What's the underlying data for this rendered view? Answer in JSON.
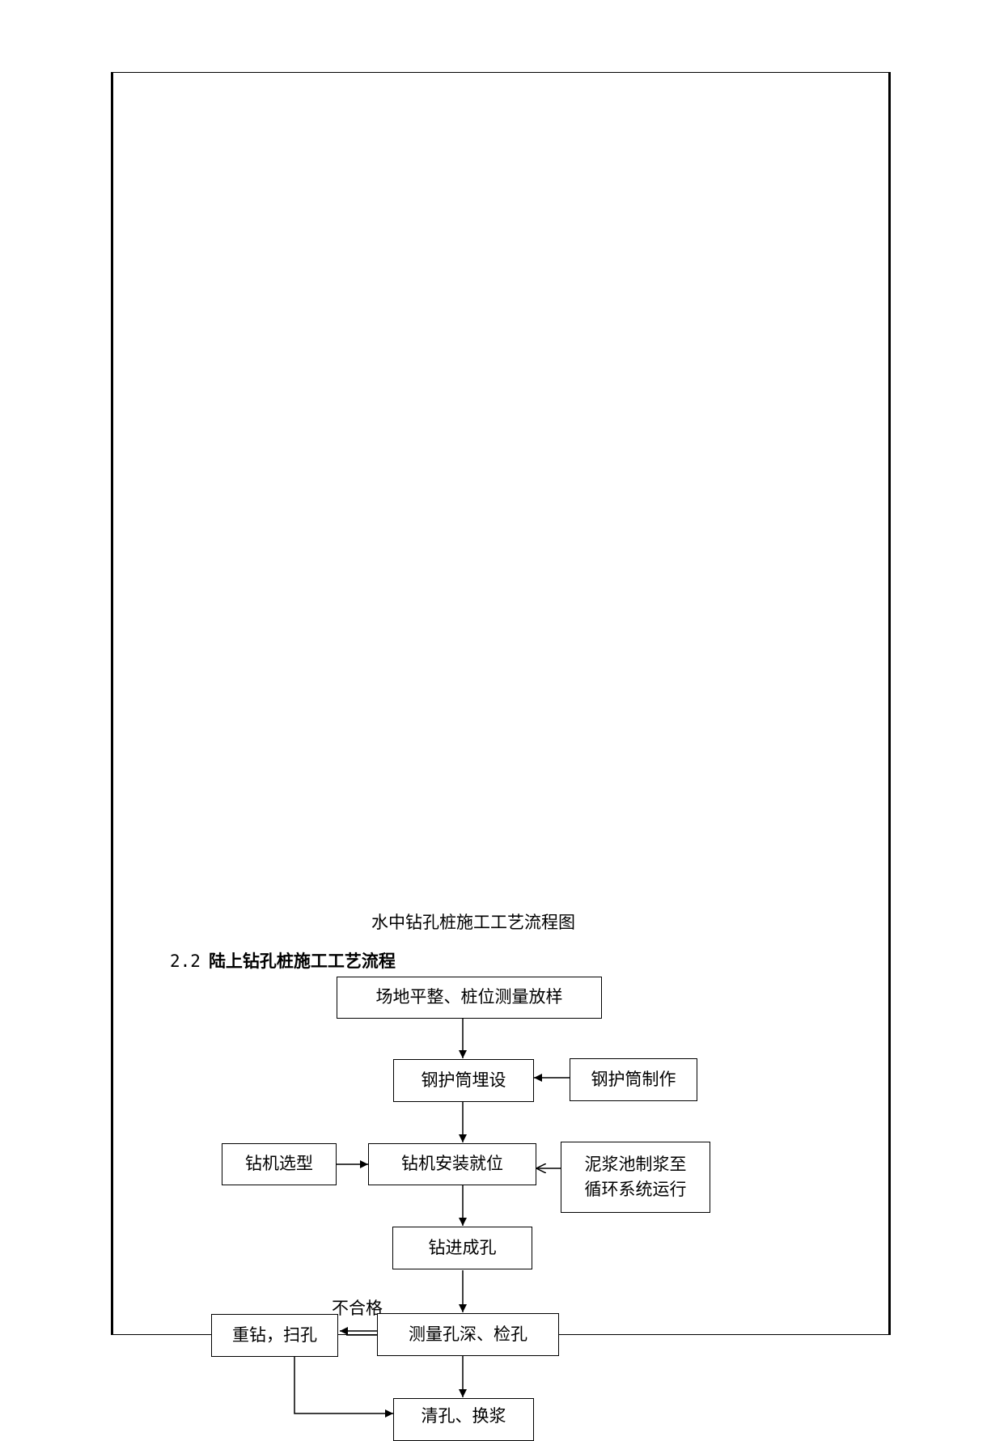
{
  "caption": "水中钻孔桩施工工艺流程图",
  "section": {
    "number": "2.2",
    "title": "陆上钻孔桩施工工艺流程"
  },
  "flow": {
    "site_prep": "场地平整、桩位测量放样",
    "casing_bury": "钢护筒埋设",
    "casing_make": "钢护筒制作",
    "rig_select": "钻机选型",
    "rig_install": "钻机安装就位",
    "slurry_line1": "泥浆池制浆至",
    "slurry_line2": "循环系统运行",
    "drilling": "钻进成孔",
    "measure": "测量孔深、检孔",
    "redrill": "重钻，扫孔",
    "fail_label": "不合格",
    "clean": "清孔、换浆"
  }
}
